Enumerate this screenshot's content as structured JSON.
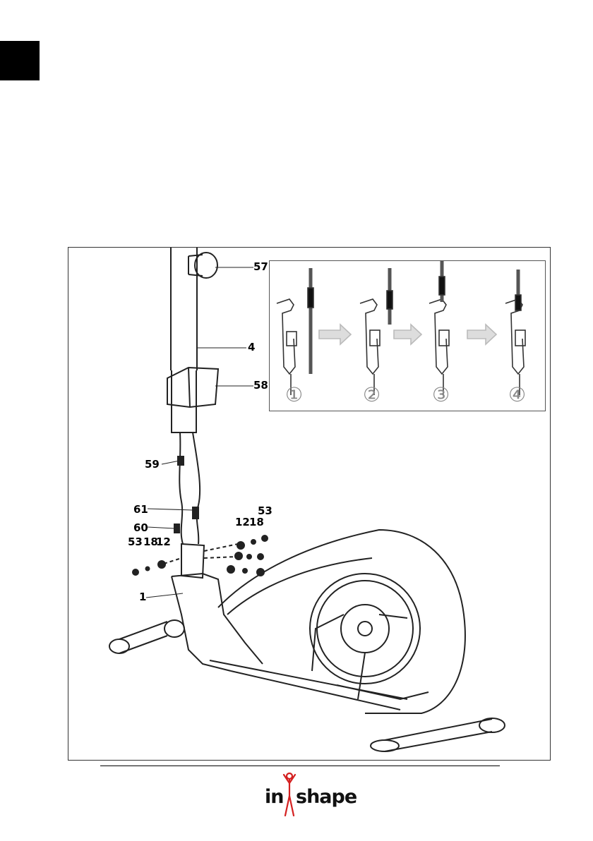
{
  "lang_tab": {
    "code": ""
  },
  "figure": {
    "callouts": {
      "p57": "57",
      "p4": "4",
      "p58": "58",
      "p59": "59",
      "p61": "61",
      "p60": "60",
      "p12a": "12",
      "p18a": "18",
      "p53a": "53",
      "p53b": "53",
      "p18b": "18",
      "p12b": "12",
      "p1": "1"
    },
    "steps": [
      "①",
      "②",
      "③",
      "④"
    ]
  },
  "footer": {
    "brand_in": "in",
    "brand_shape": "shape"
  },
  "colors": {
    "tab": "#000000",
    "line_art": "#222222",
    "arrow": "#bdbdbd",
    "logo_figure": "#d42020"
  }
}
